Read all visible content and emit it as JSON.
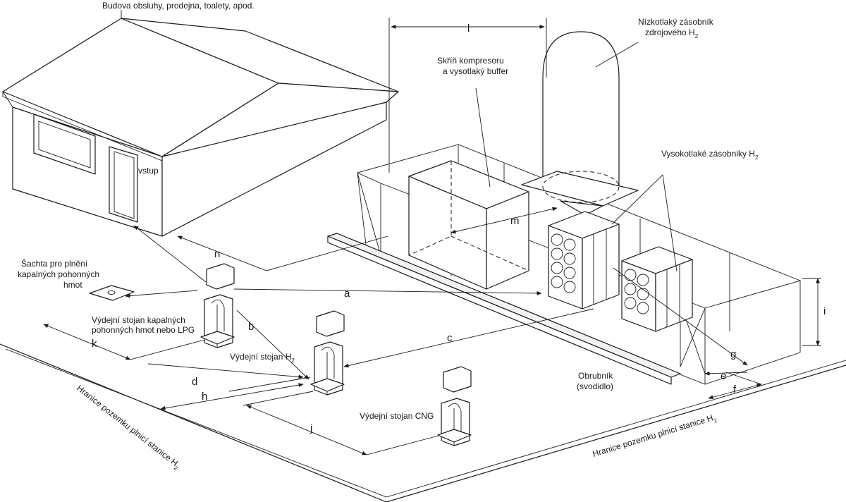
{
  "labels": {
    "building": "Budova obsluhy, prodejna, toalety, apod.",
    "entrance": "vstup",
    "shaft_line1": "Šachta pro plnění",
    "shaft_line2": "kapalných pohonných",
    "shaft_line3": "hmot",
    "fuel_disp_line1": "Výdejní stojan kapalných",
    "fuel_disp_line2": "pohonných hmot nebo LPG",
    "h2_disp": "Výdejní stojan H",
    "cng_disp": "Výdejní stojan CNG",
    "compressor_line1": "Skříň kompresoru",
    "compressor_line2": "a vysotlaký buffer",
    "lp_storage_line1": "Nízkotlaký zásobník",
    "lp_storage_line2": "zdrojového H",
    "hp_storage": "Vysokotlaké zásobniky H",
    "curb_line1": "Obrubník",
    "curb_line2": "(svodidlo)",
    "boundary_left": "Hranice pozemku plnicí stanice H",
    "boundary_right": "Hranice pozemku plnicí stanice H",
    "h2_subscript": "2"
  },
  "dimensions": {
    "a": "a",
    "b": "b",
    "c": "c",
    "d": "d",
    "e": "e",
    "f": "f",
    "g": "g",
    "h": "h",
    "i": "i",
    "j": "j",
    "k": "k",
    "l": "l",
    "m": "m",
    "n": "n"
  }
}
